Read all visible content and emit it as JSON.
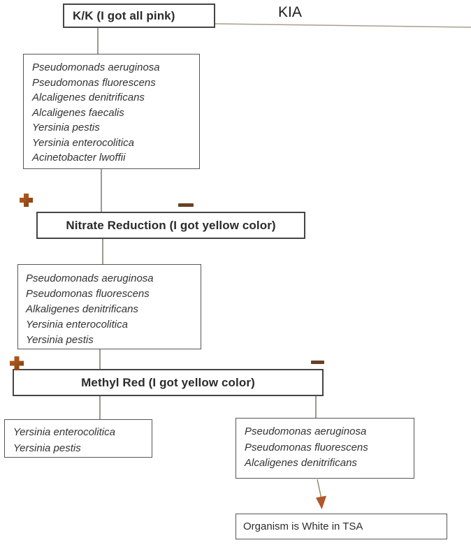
{
  "labels": {
    "kia": "KIA",
    "root_box": "K/K (I got all pink)",
    "nitrate_box": "Nitrate Reduction (I got yellow color)",
    "methyl_box": "Methyl Red (I got yellow color)",
    "result_box": "Organism is White in TSA"
  },
  "lists": {
    "kk_group": {
      "items": [
        "Pseudomonads aeruginosa",
        "Pseudomonas fluorescens",
        "Alcaligenes denitrificans",
        "Alcaligenes faecalis",
        "Yersinia pestis",
        "Yersinia enterocolitica",
        "Acinetobacter lwoffii"
      ]
    },
    "nitrate_positive_group": {
      "items": [
        "Pseudomonads aeruginosa",
        "Pseudomonas fluorescens",
        "Alkaligenes denitrificans",
        "Yersinia enterocolitica",
        "Yersinia pestis"
      ]
    },
    "methyl_positive_group": {
      "items": [
        "Yersinia enterocolitica",
        "Yersinia pestis"
      ]
    },
    "methyl_negative_group": {
      "items": [
        "Pseudomonas aeruginosa",
        "Pseudomonas fluorescens",
        "Alcaligenes denitrificans"
      ]
    }
  },
  "icons": {
    "nitrate_positive": "plus-icon",
    "nitrate_negative": "minus-icon",
    "methyl_positive": "plus-icon",
    "methyl_negative": "minus-icon",
    "result_arrow": "arrow-down-icon"
  },
  "colors": {
    "plus_fill": "#a2511a",
    "minus_fill": "#6a4026",
    "arrow_head": "#b4562a",
    "connector_line": "#6f6f5e",
    "kia_line": "#a89f8d",
    "box_border": "#565656",
    "text": "#2d2d2d"
  }
}
